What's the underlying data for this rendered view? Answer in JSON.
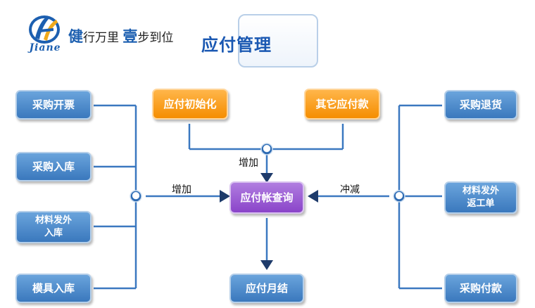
{
  "brand": {
    "logo_text": "Jiane",
    "slogan_part1": "健",
    "slogan_part2": "行万里",
    "slogan_part3": "壹",
    "slogan_part4": "步到位"
  },
  "title": "应付管理",
  "nodes": {
    "caigou_kaipiao": "采购开票",
    "caigou_ruku": "采购入库",
    "cailiao_fawai_ruku": [
      "材料发外",
      "入库"
    ],
    "moju_ruku": "模具入库",
    "yingfu_chushihua": "应付初始化",
    "qita_yingfukuan": "其它应付款",
    "yingfu_zhang_chaxun": "应付帐查询",
    "yingfu_yuejie": "应付月结",
    "caigou_tuihuo": "采购退货",
    "cailiao_fawai_fangong": [
      "材料发外",
      "返工单"
    ],
    "caigou_fukuan": "采购付款"
  },
  "edge_labels": {
    "top": "增加",
    "left": "增加",
    "right": "冲减"
  },
  "colors": {
    "blue_node": "#3a78bd",
    "orange_node": "#f58e00",
    "purple_node": "#8a44c9",
    "line": "#3b78c0",
    "arrow": "#1e3b6b"
  }
}
